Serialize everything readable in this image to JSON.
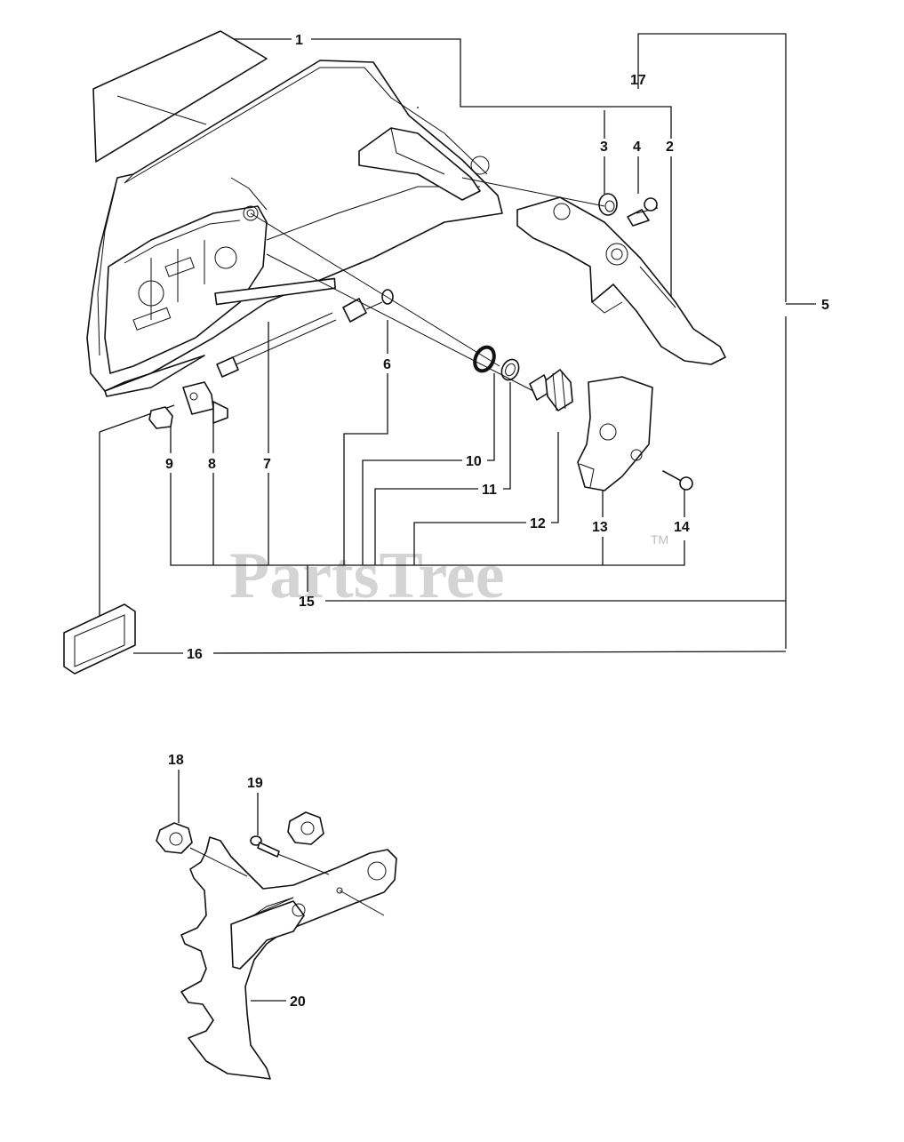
{
  "watermark": {
    "text": "PartsTree",
    "trademark": "TM"
  },
  "callouts": [
    {
      "id": "1",
      "label": "1"
    },
    {
      "id": "2",
      "label": "2"
    },
    {
      "id": "3",
      "label": "3"
    },
    {
      "id": "4",
      "label": "4"
    },
    {
      "id": "5",
      "label": "5"
    },
    {
      "id": "6",
      "label": "6"
    },
    {
      "id": "7",
      "label": "7"
    },
    {
      "id": "8",
      "label": "8"
    },
    {
      "id": "9",
      "label": "9"
    },
    {
      "id": "10",
      "label": "10"
    },
    {
      "id": "11",
      "label": "11"
    },
    {
      "id": "12",
      "label": "12"
    },
    {
      "id": "13",
      "label": "13"
    },
    {
      "id": "14",
      "label": "14"
    },
    {
      "id": "15",
      "label": "15"
    },
    {
      "id": "16",
      "label": "16"
    },
    {
      "id": "17",
      "label": "17"
    },
    {
      "id": "18",
      "label": "18"
    },
    {
      "id": "19",
      "label": "19"
    },
    {
      "id": "20",
      "label": "20"
    }
  ],
  "colors": {
    "line": "#111111",
    "part_fill": "#ffffff",
    "watermark": "#d4d4d4"
  }
}
